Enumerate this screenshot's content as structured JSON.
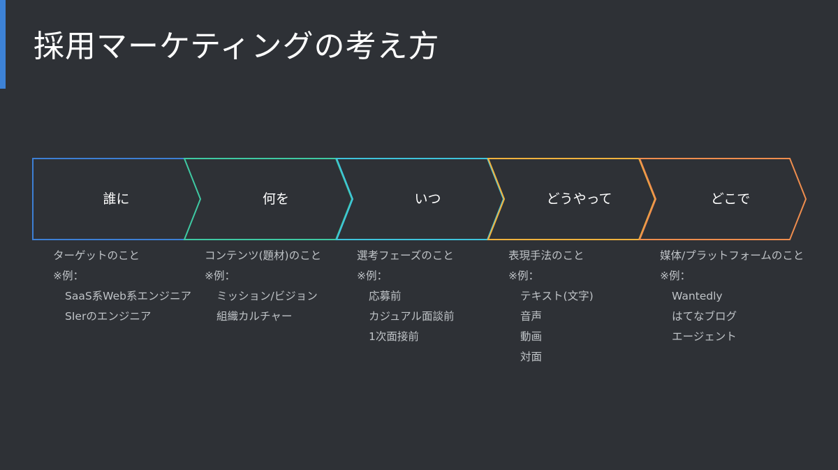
{
  "slide": {
    "title": "採用マーケティングの考え方",
    "accent_color": "#3d82d6"
  },
  "steps": [
    {
      "label": "誰に",
      "color": "#3d7fd4",
      "description": "ターゲットのこと",
      "example_label": "※例：",
      "examples": [
        "SaaS系Web系エンジニア",
        "SIerのエンジニア"
      ]
    },
    {
      "label": "何を",
      "color": "#3fc9a3",
      "description": "コンテンツ(題材)のこと",
      "example_label": "※例：",
      "examples": [
        "ミッション/ビジョン",
        "組織カルチャー"
      ]
    },
    {
      "label": "いつ",
      "color": "#3fc4dc",
      "description": "選考フェーズのこと",
      "example_label": "※例：",
      "examples": [
        "応募前",
        "カジュアル面談前",
        "1次面接前"
      ]
    },
    {
      "label": "どうやって",
      "color": "#f0b23e",
      "description": "表現手法のこと",
      "example_label": "※例：",
      "examples": [
        "テキスト(文字)",
        "音声",
        "動画",
        "対面"
      ]
    },
    {
      "label": "どこで",
      "color": "#ef8d4e",
      "description": "媒体/プラットフォームのこと",
      "example_label": "※例：",
      "examples": [
        "Wantedly",
        "はてなブログ",
        "エージェント"
      ]
    }
  ]
}
